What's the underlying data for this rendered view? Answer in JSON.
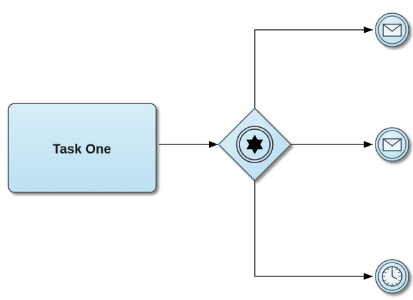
{
  "diagram": {
    "notation": "BPMN",
    "task": {
      "label": "Task One"
    },
    "gateway": {
      "type": "event-based-gateway",
      "icon": "star-icon"
    },
    "events": [
      {
        "type": "intermediate-message-catch-event",
        "icon": "envelope-icon"
      },
      {
        "type": "intermediate-message-catch-event",
        "icon": "envelope-icon"
      },
      {
        "type": "intermediate-timer-catch-event",
        "icon": "clock-icon"
      }
    ],
    "colors": {
      "task_fill_top": "#cfeaf7",
      "task_fill_bottom": "#bfe1f3",
      "task_border": "#3f4a52",
      "shape_fill": "#c9e6f5",
      "shape_border": "#4a5964",
      "edge": "#000000",
      "shadow": "#8f8f8f"
    }
  }
}
